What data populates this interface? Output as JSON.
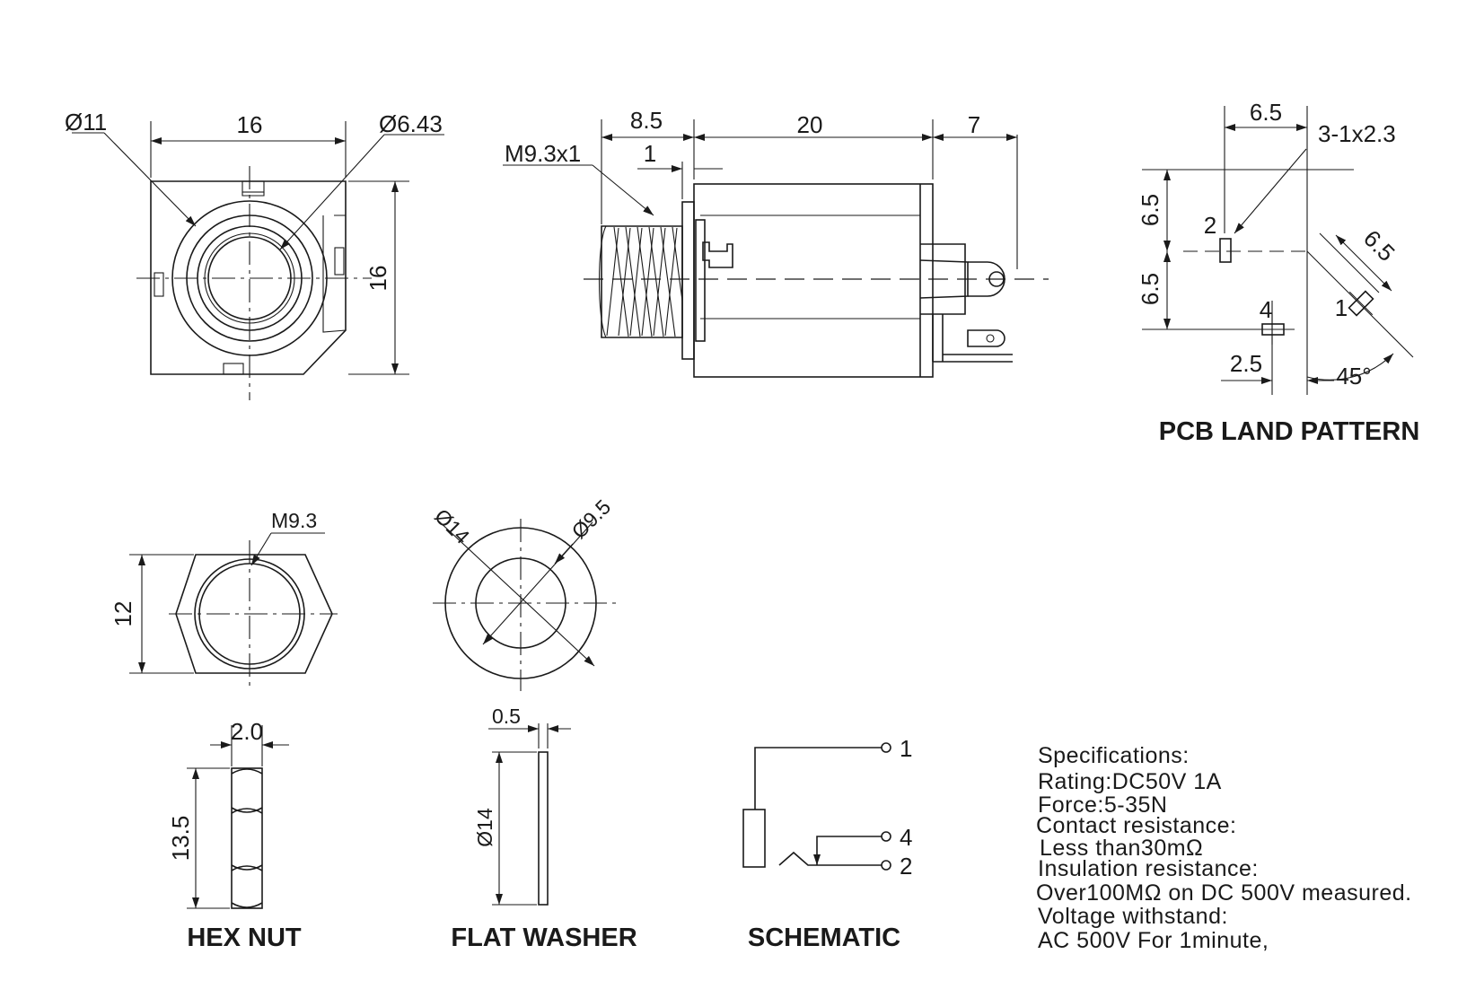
{
  "front_view": {
    "dia_outer": "Ø11",
    "width": "16",
    "dia_inner": "Ø6.43",
    "height": "16"
  },
  "side_view": {
    "thread": "M9.3x1",
    "d1": "8.5",
    "d2": "20",
    "d3": "7",
    "d4": "1"
  },
  "pcb": {
    "title": "PCB LAND PATTERN",
    "top": "6.5",
    "slot": "3-1x2.3",
    "v1": "6.5",
    "v2": "6.5",
    "diag": "6.5",
    "pin2": "2",
    "pin4": "4",
    "pin1": "1",
    "bottom": "2.5",
    "angle": "45°"
  },
  "hex_nut_face": {
    "thread": "M9.3",
    "height": "12"
  },
  "washer_face": {
    "outer": "Ø14",
    "inner": "Ø9.5"
  },
  "hex_nut_side": {
    "thickness": "2.0",
    "height": "13.5",
    "caption": "HEX NUT"
  },
  "washer_side": {
    "thickness": "0.5",
    "dia": "Ø14",
    "caption": "FLAT WASHER"
  },
  "schematic": {
    "caption": "SCHEMATIC",
    "pin1": "1",
    "pin4": "4",
    "pin2": "2"
  },
  "specs": {
    "lines": [
      "Specifications:",
      "Rating:DC50V 1A",
      "Force:5-35N",
      "Contact resistance:",
      "Less than30mΩ",
      "Insulation resistance:",
      "Over100MΩ on DC  500V  measured.",
      "Voltage withstand:",
      "AC 500V  For 1minute,"
    ]
  }
}
